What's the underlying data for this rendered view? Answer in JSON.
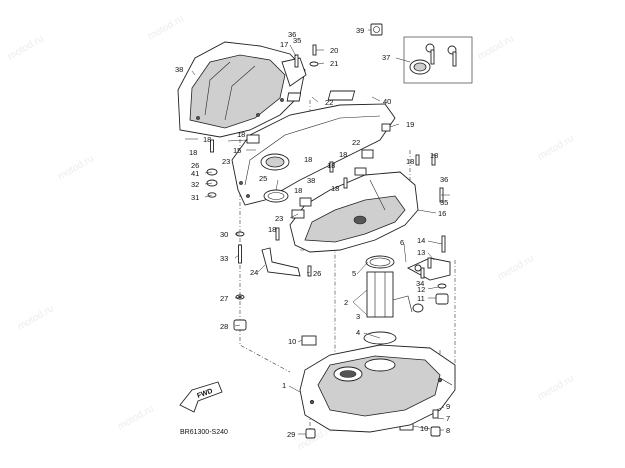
{
  "watermark": "motod.ru",
  "diagram_code": "BR61300-S240",
  "fwd_label": "FWD",
  "callouts": {
    "c1": "1",
    "c2": "2",
    "c3": "3",
    "c4": "4",
    "c5": "5",
    "c6": "6",
    "c7": "7",
    "c8": "8",
    "c9": "9",
    "c10a": "10",
    "c10b": "10",
    "c11": "11",
    "c12": "12",
    "c13": "13",
    "c14": "14",
    "c15": "15",
    "c16": "16",
    "c17": "17",
    "c18a": "18",
    "c18b": "18",
    "c18c": "18",
    "c18d": "18",
    "c18e": "18",
    "c18f": "18",
    "c18g": "18",
    "c18h": "18",
    "c18i": "18",
    "c18j": "18",
    "c18k": "18",
    "c19": "19",
    "c20": "20",
    "c21": "21",
    "c22a": "22",
    "c22b": "22",
    "c23a": "23",
    "c23b": "23",
    "c24": "24",
    "c25": "25",
    "c26a": "26",
    "c26b": "26",
    "c27": "27",
    "c28": "28",
    "c29": "29",
    "c30": "30",
    "c31": "31",
    "c32": "32",
    "c33": "33",
    "c34": "34",
    "c35a": "35",
    "c35b": "35",
    "c36a": "36",
    "c36b": "36",
    "c37": "37",
    "c38a": "38",
    "c38b": "38",
    "c39": "39",
    "c40": "40",
    "c41": "41"
  }
}
